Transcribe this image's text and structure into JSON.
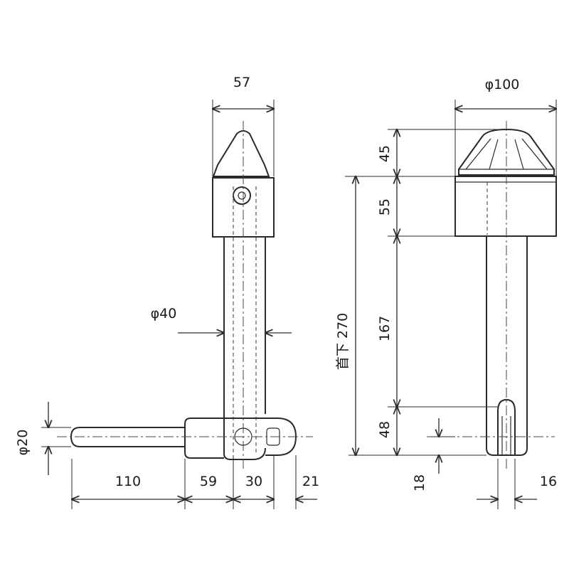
{
  "labels": {
    "front_width": "57",
    "pin_diameter": "φ40",
    "handle_diameter": "φ20",
    "handle_length": "110",
    "sleeve_length": "59",
    "shaft_width": "30",
    "eye_length": "21",
    "side_diameter": "φ100",
    "cone_height": "45",
    "collar_height": "55",
    "shaft_length": "167",
    "slot_length": "48",
    "slot_offset": "18",
    "slot_width": "16",
    "under_head": "首下 270"
  }
}
